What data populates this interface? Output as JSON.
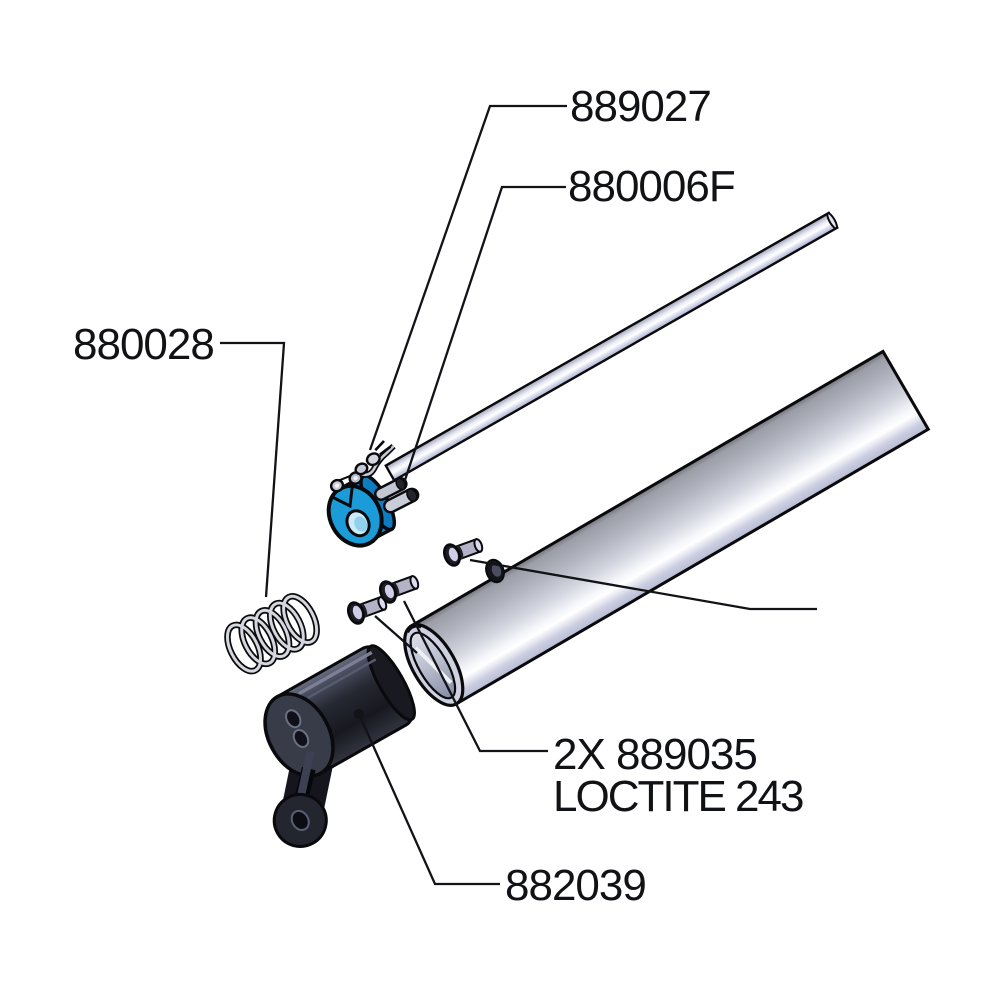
{
  "figure": {
    "type": "exploded-assembly-diagram",
    "background": "#ffffff",
    "callouts": [
      {
        "label": "889027",
        "target": "retaining-clip"
      },
      {
        "label": "880006F",
        "target": "pivot-pins"
      },
      {
        "label": "880028",
        "target": "spring"
      },
      {
        "label": "2X 889035",
        "label2": "LOCTITE 243",
        "target": "button-head-screws"
      },
      {
        "label": "882039",
        "target": "clamp-housing"
      }
    ],
    "colors": {
      "accent_blue": "#1b9bd8",
      "accent_blue_dark": "#0e7cc0",
      "leader_line": "#121317",
      "outline": "#0a0a0d",
      "tube_gray": "#c6c9d6",
      "metal_light": "#c7cbd8",
      "dark_part": "#1d1f28"
    }
  }
}
